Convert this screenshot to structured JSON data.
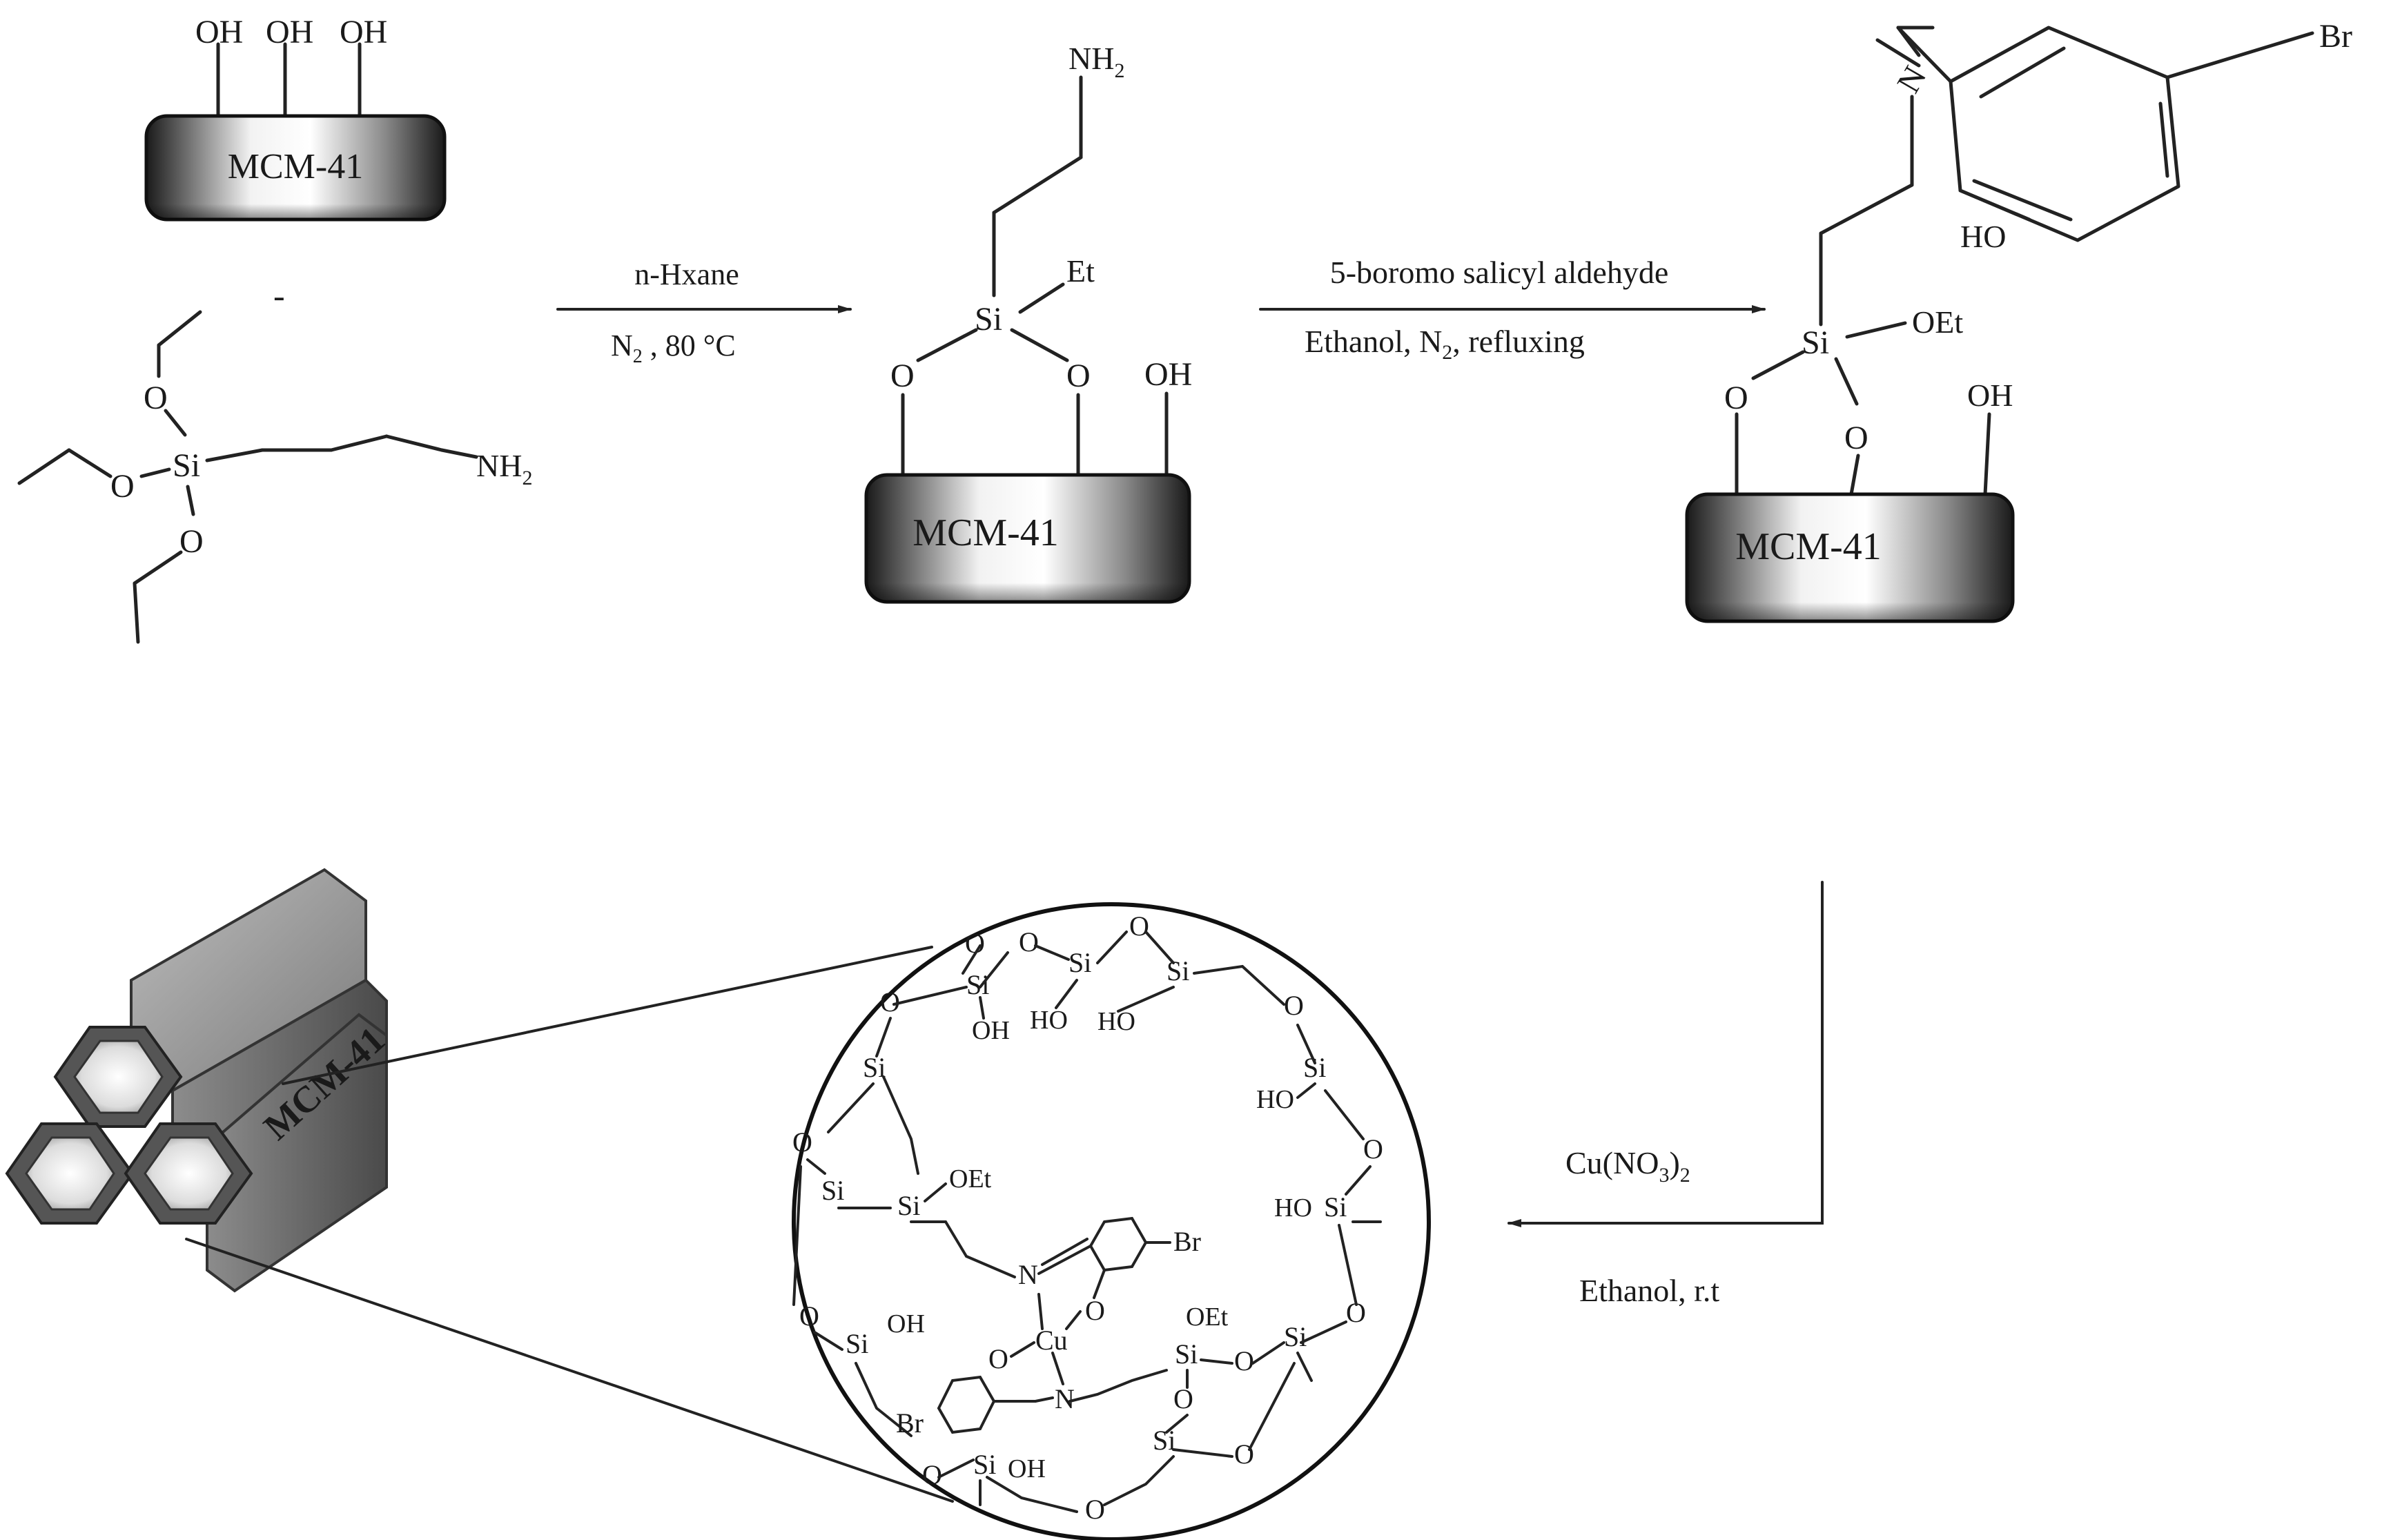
{
  "support_label": "MCM-41",
  "atoms": {
    "oh": "OH",
    "ho": "HO",
    "o": "O",
    "si": "Si",
    "nh2": "NH",
    "sub2": "2",
    "sub3": "3",
    "et": "Et",
    "oet": "OEt",
    "n": "N",
    "br": "Br",
    "cu": "Cu",
    "plus": "-"
  },
  "step1": {
    "reagent": "n-Hxane",
    "conditions_main": "N",
    "conditions_sub": "2",
    "conditions_rest": " , 80 °C"
  },
  "step2": {
    "reagent": "5-boromo salicyl aldehyde",
    "conditions_a": "Ethanol, N",
    "conditions_sub": "2",
    "conditions_b": ", refluxing"
  },
  "step3": {
    "reagent_a": "Cu(NO",
    "reagent_sub3": "3",
    "reagent_b": ")",
    "reagent_sub2": "2",
    "conditions": "Ethanol, r.t"
  }
}
